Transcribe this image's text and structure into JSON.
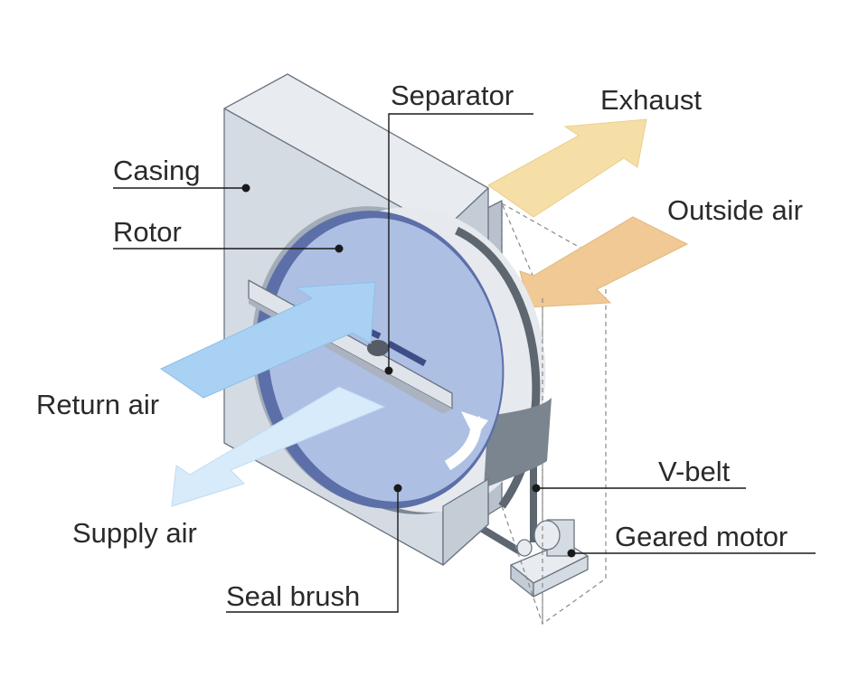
{
  "labels": {
    "separator": "Separator",
    "exhaust": "Exhaust",
    "casing": "Casing",
    "outside_air": "Outside air",
    "rotor": "Rotor",
    "return_air": "Return air",
    "v_belt": "V-belt",
    "supply_air": "Supply air",
    "geared_motor": "Geared motor",
    "seal_brush": "Seal brush"
  },
  "colors": {
    "casing_face": "#d5dbe3",
    "casing_edge": "#6b7480",
    "rotor_face": "#aebfe4",
    "rotor_rim": "#5c6fa8",
    "belt": "#5e6670",
    "exhaust_arrow": "#f5dfa6",
    "outside_air_arrow": "#f0c995",
    "return_air_arrow": "#a8d1f3",
    "supply_air_arrow": "#d8ebfa"
  }
}
